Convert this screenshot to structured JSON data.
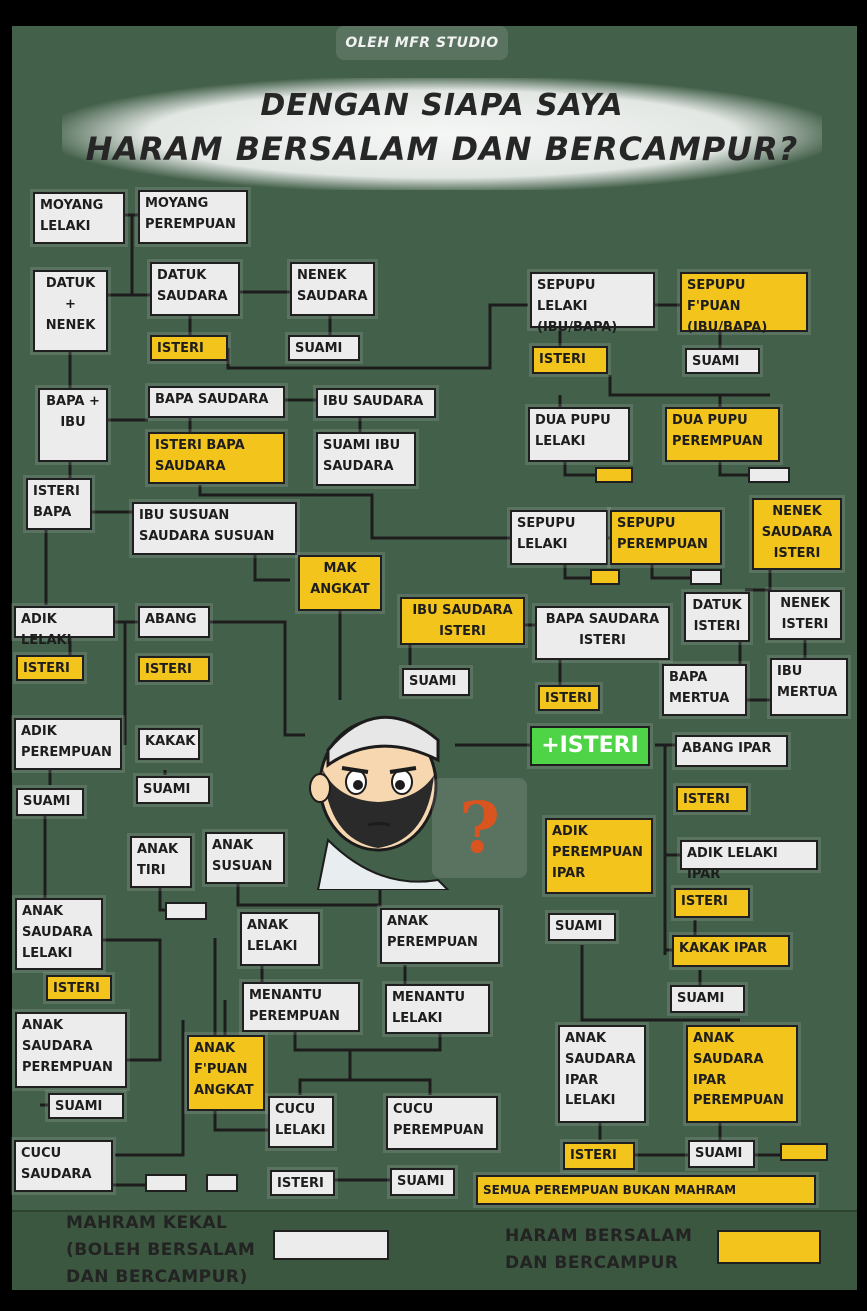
{
  "credit": "OLEH MFR STUDIO",
  "title_line1": "DENGAN SIAPA SAYA",
  "title_line2": "HARAM BERSALAM DAN BERCAMPUR?",
  "center_label": "+ISTERI",
  "question_mark": "?",
  "colors": {
    "background": "#43604a",
    "mahram": "#ececec",
    "haram": "#f2c41c",
    "self_spouse": "#4fd347"
  },
  "nodes": {
    "moyang_lelaki": "MOYANG LELAKI",
    "moyang_perempuan": "MOYANG PEREMPUAN",
    "datuk_nenek": "DATUK + NENEK",
    "datuk_saudara": "DATUK SAUDARA",
    "nenek_saudara": "NENEK SAUDARA",
    "isteri_1": "ISTERI",
    "suami_1": "SUAMI",
    "sepupu_lelaki_ibu_bapa": "SEPUPU LELAKI (IBU/BAPA)",
    "sepupu_fpuan_ibu_bapa": "SEPUPU F'PUAN (IBU/BAPA)",
    "isteri_2": "ISTERI",
    "suami_2": "SUAMI",
    "bapa_ibu": "BAPA + IBU",
    "bapa_saudara": "BAPA SAUDARA",
    "ibu_saudara": "IBU SAUDARA",
    "isteri_bapa_saudara": "ISTERI BAPA SAUDARA",
    "suami_ibu_saudara": "SUAMI IBU SAUDARA",
    "dua_pupu_lelaki": "DUA PUPU LELAKI",
    "dua_pupu_perempuan": "DUA PUPU PEREMPUAN",
    "isteri_bapa": "ISTERI BAPA",
    "ibu_susuan_saudara_susuan": "IBU SUSUAN SAUDARA SUSUAN",
    "sepupu_lelaki": "SEPUPU LELAKI",
    "sepupu_perempuan": "SEPUPU PEREMPUAN",
    "nenek_saudara_isteri": "NENEK SAUDARA ISTERI",
    "mak_angkat": "MAK ANGKAT",
    "adik_lelaki": "ADIK LELAKI",
    "abang": "ABANG",
    "isteri_3": "ISTERI",
    "isteri_4": "ISTERI",
    "ibu_saudara_isteri": "IBU SAUDARA ISTERI",
    "bapa_saudara_isteri": "BAPA SAUDARA ISTERI",
    "datuk_isteri": "DATUK ISTERI",
    "nenek_isteri": "NENEK ISTERI",
    "suami_3": "SUAMI",
    "isteri_5": "ISTERI",
    "bapa_mertua": "BAPA MERTUA",
    "ibu_mertua": "IBU MERTUA",
    "adik_perempuan": "ADIK PEREMPUAN",
    "kakak": "KAKAK",
    "suami_4": "SUAMI",
    "suami_5": "SUAMI",
    "abang_ipar": "ABANG IPAR",
    "isteri_6": "ISTERI",
    "anak_tiri": "ANAK TIRI",
    "anak_susuan": "ANAK SUSUAN",
    "adik_perempuan_ipar": "ADIK PEREMPUAN IPAR",
    "adik_lelaki_ipar": "ADIK LELAKI IPAR",
    "isteri_7": "ISTERI",
    "anak_saudara_lelaki": "ANAK SAUDARA LELAKI",
    "isteri_8": "ISTERI",
    "anak_lelaki": "ANAK LELAKI",
    "anak_perempuan": "ANAK PEREMPUAN",
    "suami_6": "SUAMI",
    "kakak_ipar": "KAKAK IPAR",
    "suami_7": "SUAMI",
    "menantu_perempuan": "MENANTU PEREMPUAN",
    "menantu_lelaki": "MENANTU LELAKI",
    "anak_saudara_perempuan": "ANAK SAUDARA PEREMPUAN",
    "suami_8": "SUAMI",
    "anak_fpuan_angkat": "ANAK F'PUAN ANGKAT",
    "cucu_lelaki": "CUCU LELAKI",
    "cucu_perempuan": "CUCU PEREMPUAN",
    "anak_saudara_ipar_lelaki": "ANAK SAUDARA IPAR LELAKI",
    "anak_saudara_ipar_perempuan": "ANAK SAUDARA IPAR PEREMPUAN",
    "cucu_saudara": "CUCU SAUDARA",
    "isteri_9": "ISTERI",
    "suami_9": "SUAMI",
    "isteri_10": "ISTERI",
    "suami_10": "SUAMI",
    "semua_perempuan": "SEMUA PEREMPUAN BUKAN MAHRAM"
  },
  "legend": {
    "mahram_kekal": "MAHRAM KEKAL (BOLEH BERSALAM DAN BERCAMPUR)",
    "haram": "HARAM BERSALAM DAN BERCAMPUR"
  }
}
